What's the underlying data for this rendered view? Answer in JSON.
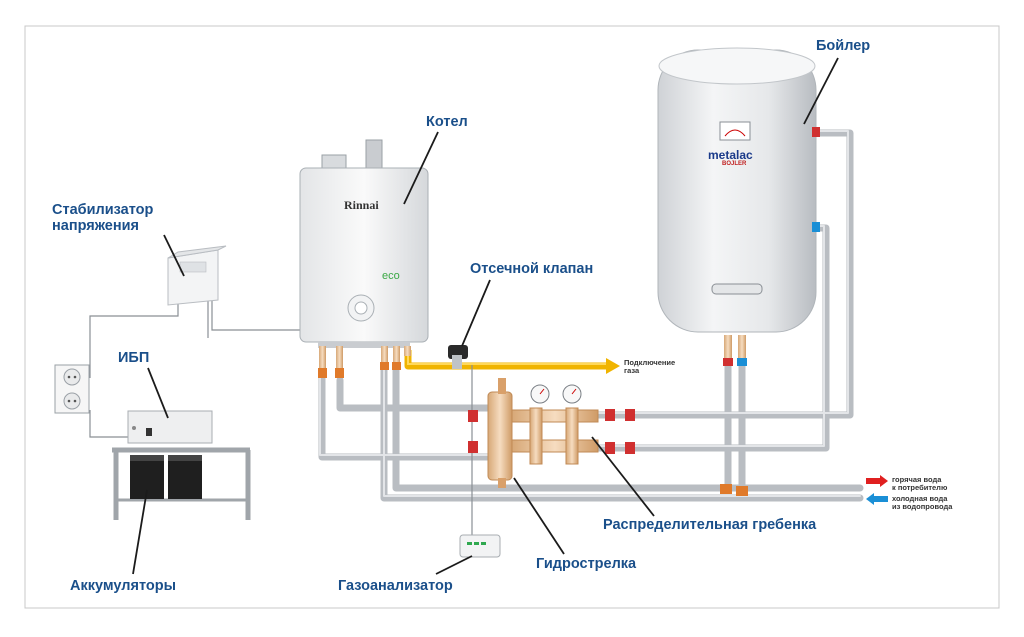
{
  "labels": {
    "boiler": "Бойлер",
    "kotel": "Котел",
    "stabilizer_line1": "Стабилизатор",
    "stabilizer_line2": "напряжения",
    "valve": "Отсечной клапан",
    "ups": "ИБП",
    "manifold": "Распределительная гребенка",
    "batteries": "Аккумуляторы",
    "gas_analyzer": "Газоанализатор",
    "hydro_arrow": "Гидрострелка"
  },
  "gas": {
    "line1": "Подключение",
    "line2": "газа"
  },
  "legend": {
    "hot_line1": "горячая вода",
    "hot_line2": "к потребителю",
    "cold_line1": "холодная вода",
    "cold_line2": "из водопровода"
  },
  "brands": {
    "rinnai": "Rinnai",
    "eco": "eco",
    "metalac": "metalac",
    "metalac_sub": "BOJLER"
  },
  "colors": {
    "label": "#1a4f8a",
    "hot_arrow": "#e02020",
    "cold_arrow": "#1a8fd6",
    "gas_pipe": "#f0b400",
    "pipe": "#b9bdc2"
  }
}
